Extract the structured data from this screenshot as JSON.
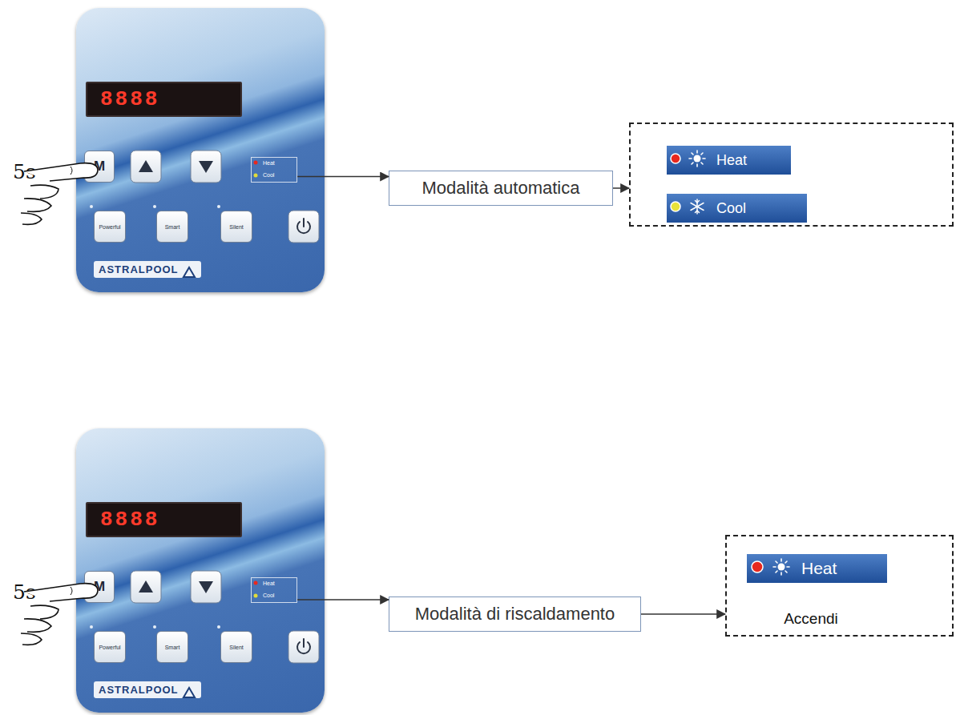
{
  "diagram": {
    "nodes": [
      {
        "text": [
          "ASTRALPOOL"
        ]
      },
      {
        "text": [
          "8888"
        ],
        "in": 0
      },
      {
        "text": [
          "M"
        ],
        "in": 0
      },
      {
        "text": [
          "Powerful"
        ],
        "in": 0
      },
      {
        "text": [
          "Smart"
        ],
        "in": 0
      },
      {
        "text": [
          "Silent"
        ],
        "in": 0
      },
      {
        "text": [
          "Heat",
          "Cool"
        ],
        "in": 0
      },
      {
        "text": [
          "Modalità automatica"
        ]
      },
      {
        "text": []
      },
      {
        "text": [
          "Heat"
        ],
        "in": 8
      },
      {
        "text": [
          "Cool"
        ],
        "in": 8
      },
      {
        "text": [
          "ASTRALPOOL"
        ]
      },
      {
        "text": [
          "8888"
        ],
        "in": 11
      },
      {
        "text": [
          "M"
        ],
        "in": 11
      },
      {
        "text": [
          "Powerful"
        ],
        "in": 11
      },
      {
        "text": [
          "Smart"
        ],
        "in": 11
      },
      {
        "text": [
          "Silent"
        ],
        "in": 11
      },
      {
        "text": [
          "Heat",
          "Cool"
        ],
        "in": 11
      },
      {
        "text": [
          "Modalità di riscaldamento"
        ]
      },
      {
        "text": [
          "Accendi"
        ]
      },
      {
        "text": [
          "Heat"
        ],
        "in": 19
      }
    ],
    "edges": [
      {
        "from": 6,
        "to": 7,
        "arrow": "to"
      },
      {
        "from": 7,
        "to": 8,
        "arrow": "to"
      },
      {
        "from": 17,
        "to": 18,
        "arrow": "to"
      },
      {
        "from": 18,
        "to": 19,
        "arrow": "to"
      }
    ],
    "labels": [
      "5s",
      "5s"
    ]
  }
}
